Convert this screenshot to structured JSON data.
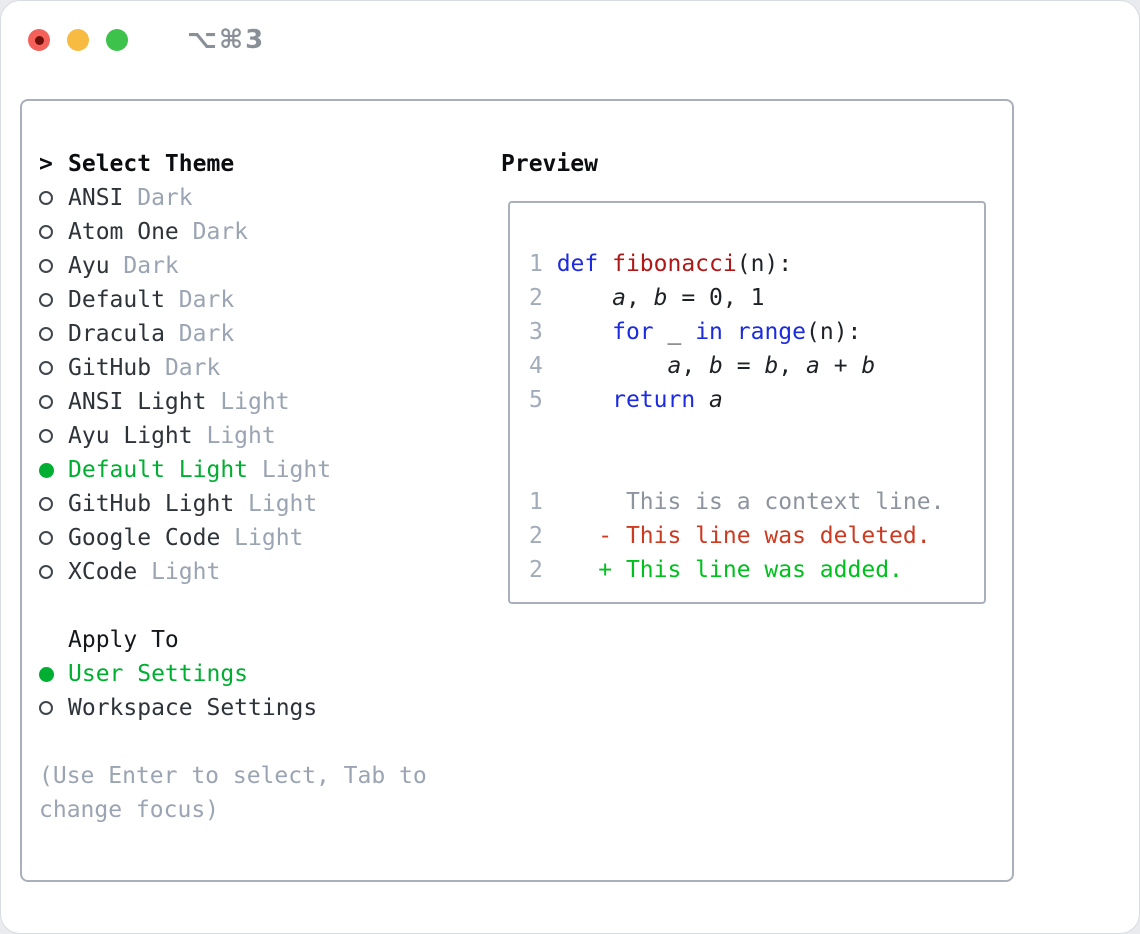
{
  "window": {
    "title": "⌥⌘3"
  },
  "select_theme": {
    "focus_marker": ">",
    "header": "Select Theme",
    "items": [
      {
        "name": "ANSI",
        "variant": "Dark",
        "selected": false
      },
      {
        "name": "Atom One",
        "variant": "Dark",
        "selected": false
      },
      {
        "name": "Ayu",
        "variant": "Dark",
        "selected": false
      },
      {
        "name": "Default",
        "variant": "Dark",
        "selected": false
      },
      {
        "name": "Dracula",
        "variant": "Dark",
        "selected": false
      },
      {
        "name": "GitHub",
        "variant": "Dark",
        "selected": false
      },
      {
        "name": "ANSI Light",
        "variant": "Light",
        "selected": false
      },
      {
        "name": "Ayu Light",
        "variant": "Light",
        "selected": false
      },
      {
        "name": "Default Light",
        "variant": "Light",
        "selected": true
      },
      {
        "name": "GitHub Light",
        "variant": "Light",
        "selected": false
      },
      {
        "name": "Google Code",
        "variant": "Light",
        "selected": false
      },
      {
        "name": "XCode",
        "variant": "Light",
        "selected": false
      }
    ]
  },
  "apply_to": {
    "header": "Apply To",
    "items": [
      {
        "label": "User Settings",
        "selected": true
      },
      {
        "label": "Workspace Settings",
        "selected": false
      }
    ]
  },
  "help": {
    "line1": "(Use Enter to select, Tab to",
    "line2": "change focus)"
  },
  "preview": {
    "header": "Preview",
    "lines": [
      {
        "kind": "code",
        "tokens": [
          {
            "t": "1 ",
            "c": "num"
          },
          {
            "t": "def ",
            "c": "kw"
          },
          {
            "t": "fibonacci",
            "c": "fn"
          },
          {
            "t": "(n):",
            "c": "pl"
          }
        ]
      },
      {
        "kind": "code",
        "tokens": [
          {
            "t": "2 ",
            "c": "num"
          },
          {
            "t": "    ",
            "c": "pl"
          },
          {
            "t": "a",
            "c": "var"
          },
          {
            "t": ", ",
            "c": "pl"
          },
          {
            "t": "b",
            "c": "var"
          },
          {
            "t": " = 0, 1",
            "c": "pl"
          }
        ]
      },
      {
        "kind": "code",
        "tokens": [
          {
            "t": "3 ",
            "c": "num"
          },
          {
            "t": "    ",
            "c": "pl"
          },
          {
            "t": "for",
            "c": "kw"
          },
          {
            "t": " _ ",
            "c": "pl"
          },
          {
            "t": "in",
            "c": "kw"
          },
          {
            "t": " ",
            "c": "pl"
          },
          {
            "t": "range",
            "c": "kw"
          },
          {
            "t": "(n):",
            "c": "pl"
          }
        ]
      },
      {
        "kind": "code",
        "tokens": [
          {
            "t": "4 ",
            "c": "num"
          },
          {
            "t": "        ",
            "c": "pl"
          },
          {
            "t": "a",
            "c": "var"
          },
          {
            "t": ", ",
            "c": "pl"
          },
          {
            "t": "b",
            "c": "var"
          },
          {
            "t": " = ",
            "c": "pl"
          },
          {
            "t": "b",
            "c": "var"
          },
          {
            "t": ", ",
            "c": "pl"
          },
          {
            "t": "a",
            "c": "var"
          },
          {
            "t": " + ",
            "c": "pl"
          },
          {
            "t": "b",
            "c": "var"
          }
        ]
      },
      {
        "kind": "code",
        "tokens": [
          {
            "t": "5 ",
            "c": "num"
          },
          {
            "t": "    ",
            "c": "pl"
          },
          {
            "t": "return",
            "c": "kw"
          },
          {
            "t": " ",
            "c": "pl"
          },
          {
            "t": "a",
            "c": "var"
          }
        ]
      },
      {
        "kind": "blank",
        "tokens": []
      },
      {
        "kind": "blank",
        "tokens": []
      },
      {
        "kind": "diff-context",
        "tokens": [
          {
            "t": "1",
            "c": "num"
          },
          {
            "t": "      This is a context line.",
            "c": "ctx"
          }
        ]
      },
      {
        "kind": "diff-deleted",
        "tokens": [
          {
            "t": "2",
            "c": "num"
          },
          {
            "t": "    - This line was deleted.",
            "c": "del"
          }
        ]
      },
      {
        "kind": "diff-added",
        "tokens": [
          {
            "t": "2",
            "c": "num"
          },
          {
            "t": "    + This line was added.",
            "c": "add"
          }
        ]
      }
    ]
  },
  "colors": {
    "accent_green": "#00ae31",
    "keyword_blue": "#1c2be0",
    "function_red": "#b01818",
    "diff_delete_red": "#cd3a22",
    "diff_add_green": "#00c01e",
    "muted_gray": "#9aa4b2",
    "line_number_gray": "#a2abb9",
    "context_gray": "#8d949e",
    "panel_border": "#a9b0bb",
    "traffic_red": "#f4605a",
    "traffic_yellow": "#f6bb40",
    "traffic_green": "#3dc24b"
  }
}
